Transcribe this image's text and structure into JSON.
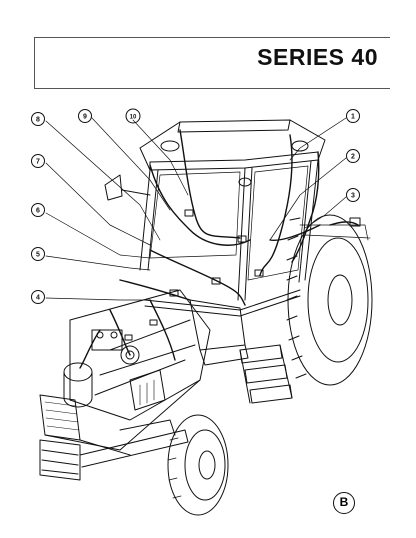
{
  "header": {
    "title": "SERIES  40"
  },
  "callouts": [
    "1",
    "2",
    "3",
    "4",
    "5",
    "6",
    "7",
    "8",
    "9",
    "10"
  ],
  "plate": {
    "letter": "B"
  }
}
